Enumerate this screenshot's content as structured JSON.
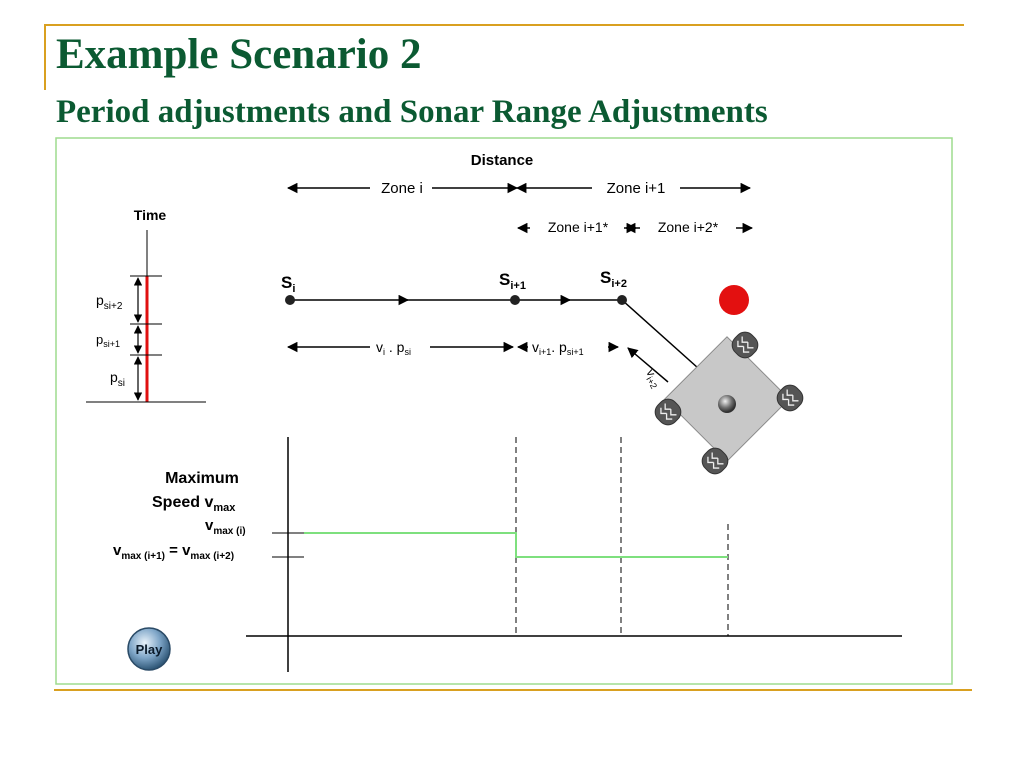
{
  "title": "Example Scenario 2",
  "subtitle": "Period adjustments and Sonar Range Adjustments",
  "diagram": {
    "distance_label": "Distance",
    "zone_i": "Zone i",
    "zone_i1": "Zone i+1",
    "zone_i1_star": "Zone i+1*",
    "zone_i2_star": "Zone i+2*",
    "time_label": "Time",
    "s_i_base": "S",
    "s_i_sub": "i",
    "s_i1_base": "S",
    "s_i1_sub": "i+1",
    "s_i2_base": "S",
    "s_i2_sub": "i+2",
    "p_si2_base": "p",
    "p_si2_sub": "si+2",
    "p_si1_base": "p",
    "p_si1_sub": "si+1",
    "p_si_base": "p",
    "p_si_sub": "si",
    "dist_i_a": "v",
    "dist_i_a_sub": "i",
    "dist_i_b": " . p",
    "dist_i_b_sub": "si",
    "dist_i1_a": "v",
    "dist_i1_a_sub": "i+1",
    "dist_i1_b": ". p",
    "dist_i1_b_sub": "si+1",
    "dist_i2": "v",
    "dist_i2_sub": "i+2",
    "max_speed_line1": "Maximum",
    "max_speed_line2": "Speed v",
    "max_speed_sub": "max",
    "vmax_i": "v",
    "vmax_i_sub": "max (i)",
    "vmax_i1": "v",
    "vmax_i1_sub": "max (i+1)",
    "vmax_eq": " = v",
    "vmax_i2_sub": "max (i+2)",
    "play_label": "Play"
  },
  "colors": {
    "title": "#0b5a32",
    "accent_rule": "#d9a020",
    "frame": "#9ddc8d",
    "speed_line": "#7ee07e",
    "time_bar": "#e01010",
    "obstacle": "#e31010",
    "robot_body": "#c8c8c8"
  }
}
